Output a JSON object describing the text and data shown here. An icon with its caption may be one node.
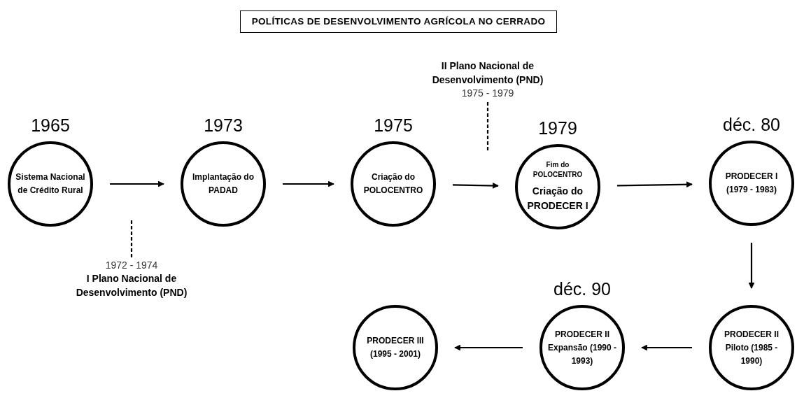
{
  "diagram": {
    "title": "POLÍTICAS DE DESENVOLVIMENTO AGRÍCOLA NO CERRADO",
    "nodes": [
      {
        "text": [
          "1965",
          "Sistema Nacional de Crédito Rural"
        ]
      },
      {
        "text": [
          "1973",
          "Implantação do PADAD"
        ]
      },
      {
        "text": [
          "1975",
          "Criação do POLOCENTRO"
        ]
      },
      {
        "text": [
          "1979",
          "Fim do POLOCENTRO",
          "Criação do PRODECER I"
        ]
      },
      {
        "text": [
          "déc. 80",
          "PRODECER I (1979 - 1983)"
        ]
      },
      {
        "text": [
          "PRODECER II Piloto (1985 - 1990)"
        ]
      },
      {
        "text": [
          "déc. 90",
          "PRODECER II Expansão (1990 - 1993)"
        ]
      },
      {
        "text": [
          "PRODECER III (1995 - 2001)"
        ]
      },
      {
        "text": [
          "1972 - 1974",
          "I Plano Nacional de Desenvolvimento (PND)"
        ]
      },
      {
        "text": [
          "II Plano Nacional de Desenvolvimento (PND)",
          "1975 - 1979"
        ]
      }
    ],
    "edges": [
      {
        "from": 0,
        "to": 1,
        "arrow": "to"
      },
      {
        "from": 1,
        "to": 2,
        "arrow": "to"
      },
      {
        "from": 2,
        "to": 3,
        "arrow": "to"
      },
      {
        "from": 3,
        "to": 4,
        "arrow": "to"
      },
      {
        "from": 4,
        "to": 5,
        "arrow": "to"
      },
      {
        "from": 5,
        "to": 6,
        "arrow": "to"
      },
      {
        "from": 6,
        "to": 7,
        "arrow": "to"
      },
      {
        "from": 8,
        "to": null,
        "arrow": "none",
        "style": "dashed"
      },
      {
        "from": 9,
        "to": null,
        "arrow": "none",
        "style": "dashed"
      }
    ]
  }
}
